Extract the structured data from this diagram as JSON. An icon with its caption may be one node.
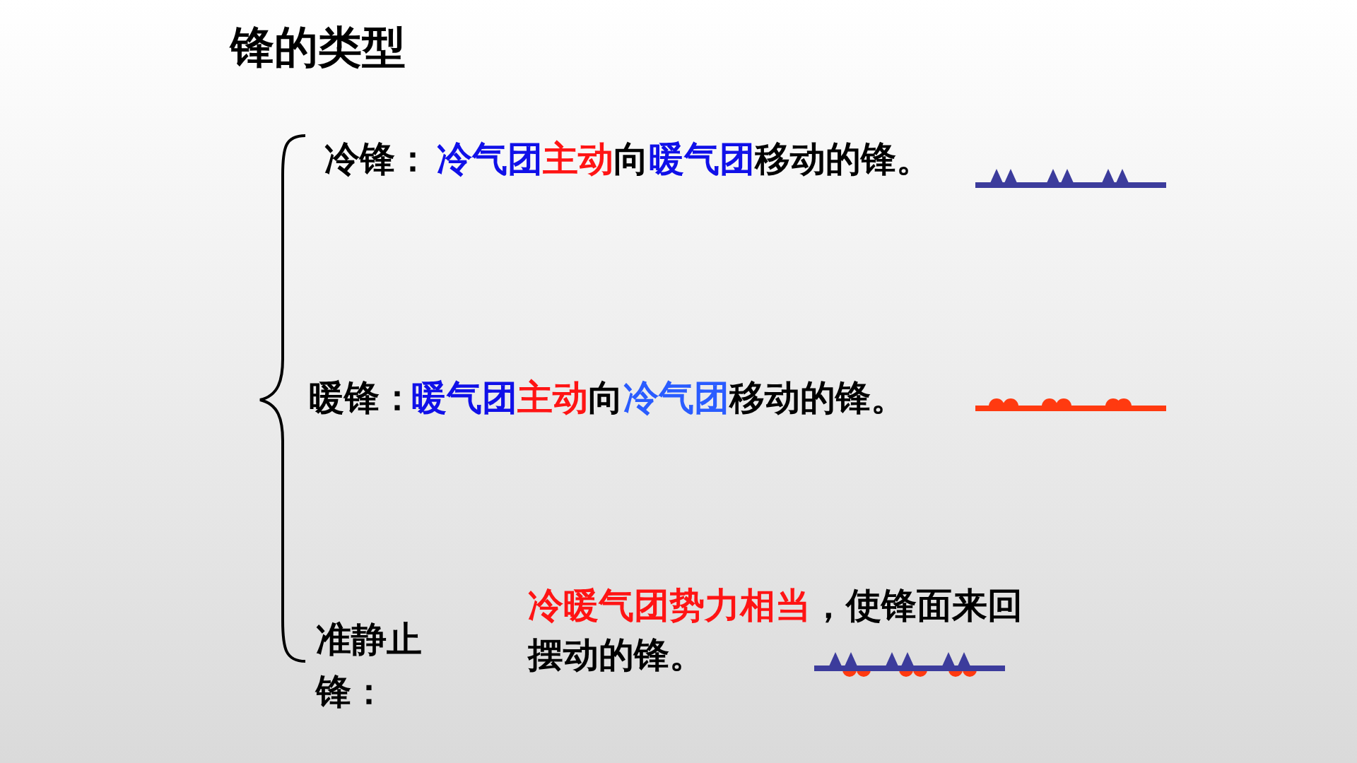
{
  "diagram": {
    "title": "锋的类型",
    "labels": [
      "冷锋：",
      "冷气团主动向暖气团移动的锋。",
      "暖锋：",
      "暖气团主动向冷气团移动的锋。",
      "准静止锋：",
      "冷暖气团势力相当，使锋面来回摆动的锋。"
    ]
  }
}
